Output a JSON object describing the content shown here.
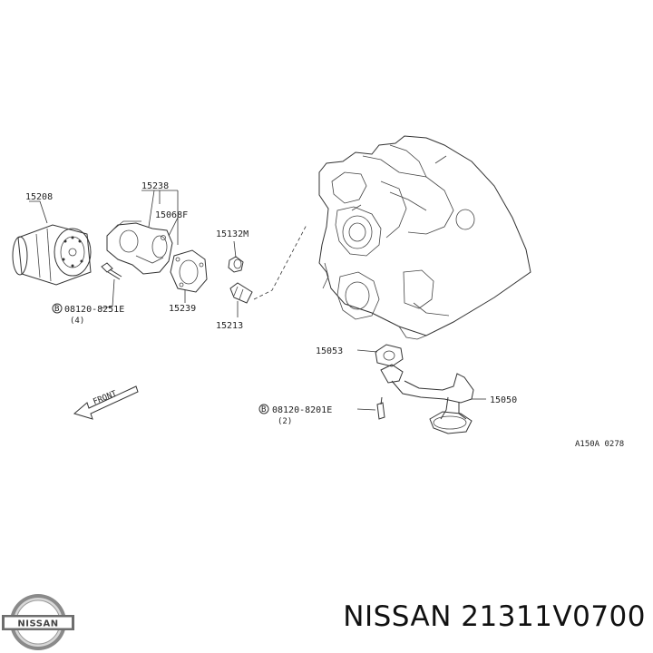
{
  "diagram": {
    "labels": {
      "p15208": "15208",
      "p15238": "15238",
      "p15068F": "15068F",
      "p15132M": "15132M",
      "bolt1": "08120-8251E",
      "bolt1_qty": "(4)",
      "p15239": "15239",
      "p15213": "15213",
      "p15053": "15053",
      "p15050": "15050",
      "bolt2": "08120-8201E",
      "bolt2_qty": "(2)",
      "front": "FRONT",
      "ref_code": "A150A 0278",
      "bolt_marker": "B"
    }
  },
  "logo": {
    "text": "NISSAN"
  },
  "product": {
    "title": "NISSAN 21311V0700"
  }
}
